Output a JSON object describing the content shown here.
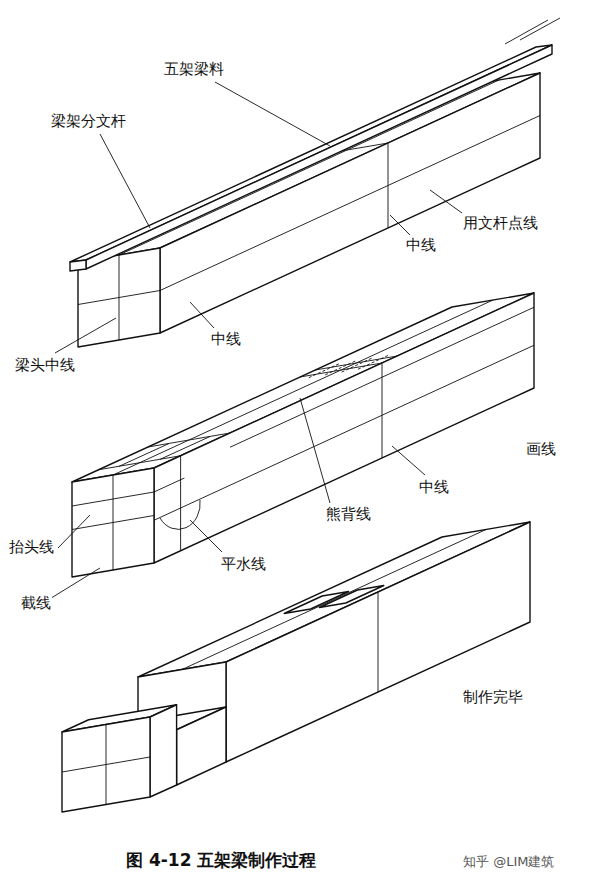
{
  "diagram": {
    "caption": "图 4-12 五架梁制作过程",
    "labels": [
      "五架梁料",
      "梁架分文杆",
      "用文杆点线",
      "中线",
      "梁头中线",
      "中线",
      "画线",
      "中线",
      "熊背线",
      "抬头线",
      "平水线",
      "截线",
      "制作完毕",
      "知乎 @LIM建筑"
    ]
  }
}
